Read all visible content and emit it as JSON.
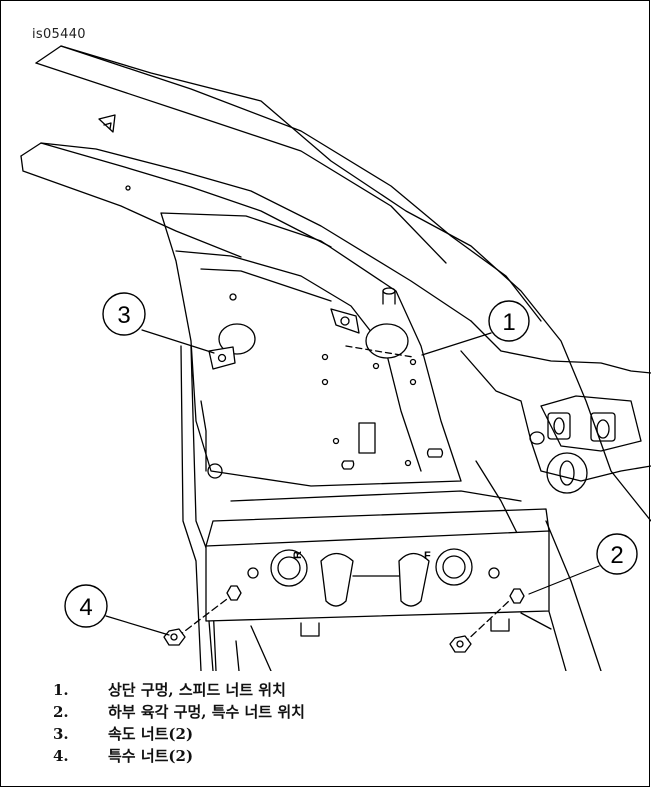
{
  "figure": {
    "id": "is05440",
    "callouts": [
      "1",
      "2",
      "3",
      "4"
    ]
  },
  "legend": [
    {
      "num": "1.",
      "text": "상단 구멍, 스피드 너트 위치"
    },
    {
      "num": "2.",
      "text": "하부 육각 구멍, 특수 너트 위치"
    },
    {
      "num": "3.",
      "text": "속도 너트(2)"
    },
    {
      "num": "4.",
      "text": "특수 너트(2)"
    }
  ],
  "embossed_marks": [
    "R",
    "F"
  ]
}
